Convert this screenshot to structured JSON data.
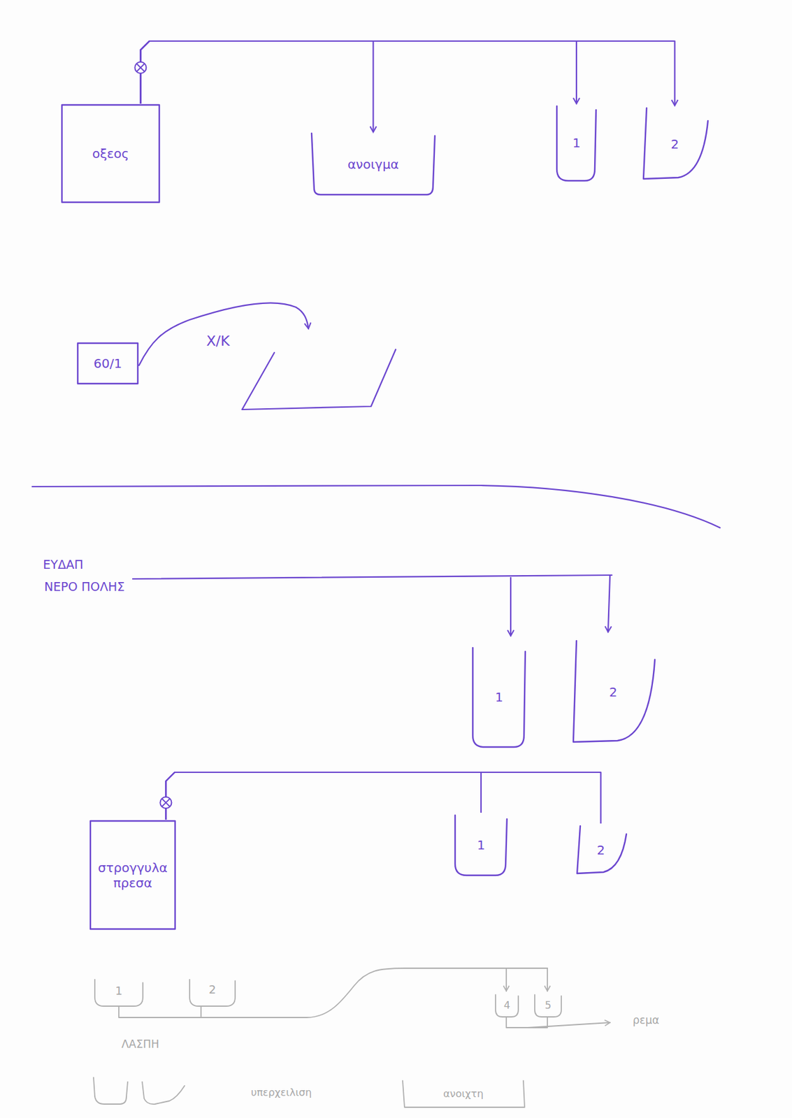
{
  "diagram": {
    "nodes": [
      {
        "text": [
          "οξεος"
        ]
      },
      {
        "text": [
          "ανοιγμα"
        ]
      },
      {
        "text": [
          "1"
        ]
      },
      {
        "text": [
          "2"
        ]
      },
      {
        "text": [
          "60/1"
        ]
      },
      {
        "text": [
          "1"
        ]
      },
      {
        "text": [
          "2"
        ]
      },
      {
        "text": [
          "στρογγυλα πρεσα"
        ]
      },
      {
        "text": [
          "1"
        ]
      },
      {
        "text": [
          "2"
        ]
      }
    ],
    "edges": [
      {
        "from": 0,
        "to": 1,
        "arrow": "to"
      },
      {
        "from": 0,
        "to": 2,
        "arrow": "to"
      },
      {
        "from": 0,
        "to": 3,
        "arrow": "to"
      },
      {
        "from": 7,
        "to": 8,
        "arrow": "none"
      },
      {
        "from": 7,
        "to": 9,
        "arrow": "none"
      }
    ],
    "labels": [
      "Χ/Κ",
      "ΕΥΔΑΠ",
      "ΝΕΡΟ ΠΟΛΗΣ",
      "1",
      "2",
      "ΛΑΣΠΗ",
      "4",
      "5",
      "ρεμα",
      "υπερχειλιση",
      "ανοιχτη"
    ]
  }
}
